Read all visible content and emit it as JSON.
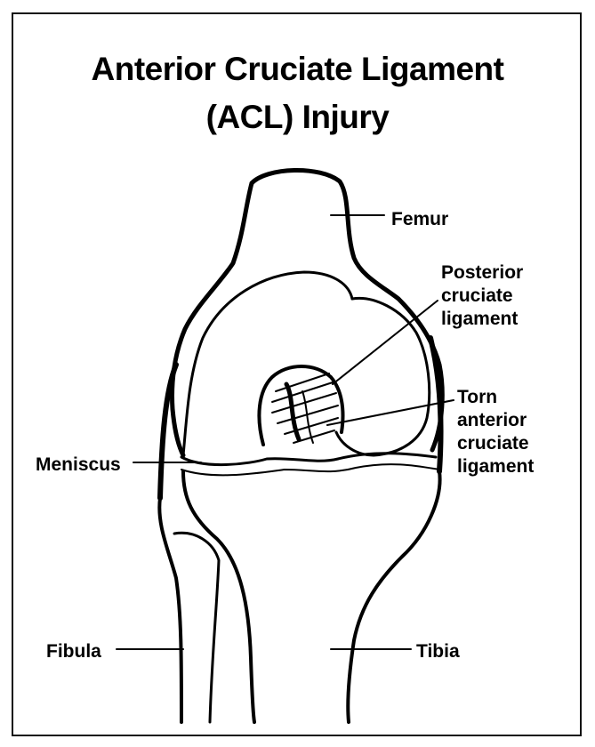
{
  "title": {
    "line1": "Anterior Cruciate Ligament",
    "line2": "(ACL) Injury"
  },
  "labels": {
    "femur": "Femur",
    "pcl": [
      "Posterior",
      "cruciate",
      "ligament"
    ],
    "acl": [
      "Torn",
      "anterior",
      "cruciate",
      "ligament"
    ],
    "meniscus": "Meniscus",
    "fibula": "Fibula",
    "tibia": "Tibia"
  }
}
